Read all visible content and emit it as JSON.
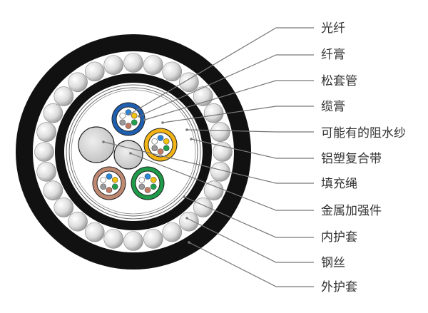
{
  "labels": [
    "光纤",
    "纤膏",
    "松套管",
    "缆膏",
    "可能有的阻水纱",
    "铝塑复合带",
    "填充绳",
    "金属加强件",
    "内护套",
    "钢丝",
    "外护套"
  ],
  "colors": {
    "outer_sheath": "#111111",
    "steel_wire": "#cfcfcf",
    "leader_line": "#777777",
    "tube_blue": "#1f5fb0",
    "tube_yellow": "#f2b417",
    "tube_brown": "#c08a72",
    "tube_green": "#1e9a48",
    "filler": "#d4d4d4",
    "fibers": [
      "#2a86d6",
      "#f3c20e",
      "#21a04c",
      "#c07a62",
      "#9a9a9a",
      "#ffffff"
    ]
  }
}
